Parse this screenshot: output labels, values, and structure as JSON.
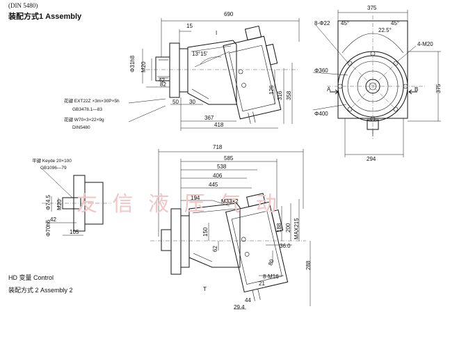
{
  "header": {
    "standard": "(DIN 5480)",
    "assembly1": "装配方式1  Assembly"
  },
  "control": {
    "label": "HD 变量  Control",
    "assembly2": "装配方式 2 Assembly 2"
  },
  "spline_notes": {
    "ext_line1": "花键 EXT22Z ×3m×30P×5h",
    "ext_line2": "GB3478.1—83",
    "din_line1": "花键 W70×3×22×9g",
    "din_line2": "DIN5480",
    "key_line1": "平键 Keyde 20×100",
    "key_line2": "GB1096—79"
  },
  "watermark": "友  信  液  压  气  动",
  "dims_top": {
    "overall_length": "690",
    "d15": "15",
    "angle": "13°15'",
    "phi31h8": "Φ31h8",
    "m20": "M20",
    "d42": "42",
    "d82": "82",
    "d50": "50",
    "d30": "30",
    "d367": "367",
    "d418": "418",
    "d316": "316",
    "d358": "358",
    "d126": "126",
    "mark_i": "I"
  },
  "dims_right": {
    "width": "375",
    "holes": "8-Φ22",
    "a45_left": "45°",
    "a45_right": "45°",
    "a225": "22.5°",
    "tap": "4-M20",
    "phi360": "Φ360",
    "phi400": "Φ400",
    "height": "375",
    "base": "294",
    "sec_a": "A",
    "sec_b": "B"
  },
  "dims_bottom": {
    "overall_length": "718",
    "d585": "585",
    "d538": "538",
    "d406": "406",
    "d445": "445",
    "d194": "194",
    "port": "M33×2",
    "d150": "150",
    "d188": "188",
    "d200": "200",
    "d215": "MAX215",
    "d62": "62",
    "d36": "36.0",
    "d80": "80",
    "d288": "288",
    "port2": "8-M16",
    "d29": "29.4",
    "d21": "21",
    "d44": "44",
    "phi745": "Φ74.5",
    "phi70h6": "Φ70h6",
    "m20b": "M20",
    "d42b": "42",
    "d105": "105",
    "mark_t": "T"
  }
}
